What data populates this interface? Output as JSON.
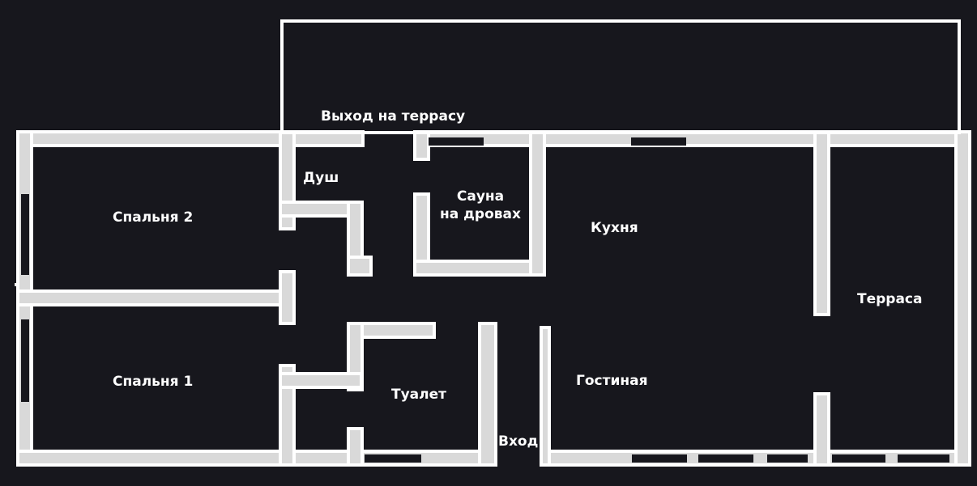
{
  "colors": {
    "background": "#17171d",
    "wall_outline": "#ffffff",
    "wall_fill": "#d9d9d9",
    "window": "#17171d",
    "label": "#ffffff"
  },
  "rooms": {
    "exit_terrace": "Выход на террасу",
    "shower": "Душ",
    "sauna_line1": "Сауна",
    "sauna_line2": "на дровах",
    "bedroom2": "Спальня 2",
    "kitchen": "Кухня",
    "terrace": "Терраса",
    "bedroom1": "Спальня 1",
    "toilet": "Туалет",
    "living": "Гостиная",
    "entrance": "Вход"
  }
}
